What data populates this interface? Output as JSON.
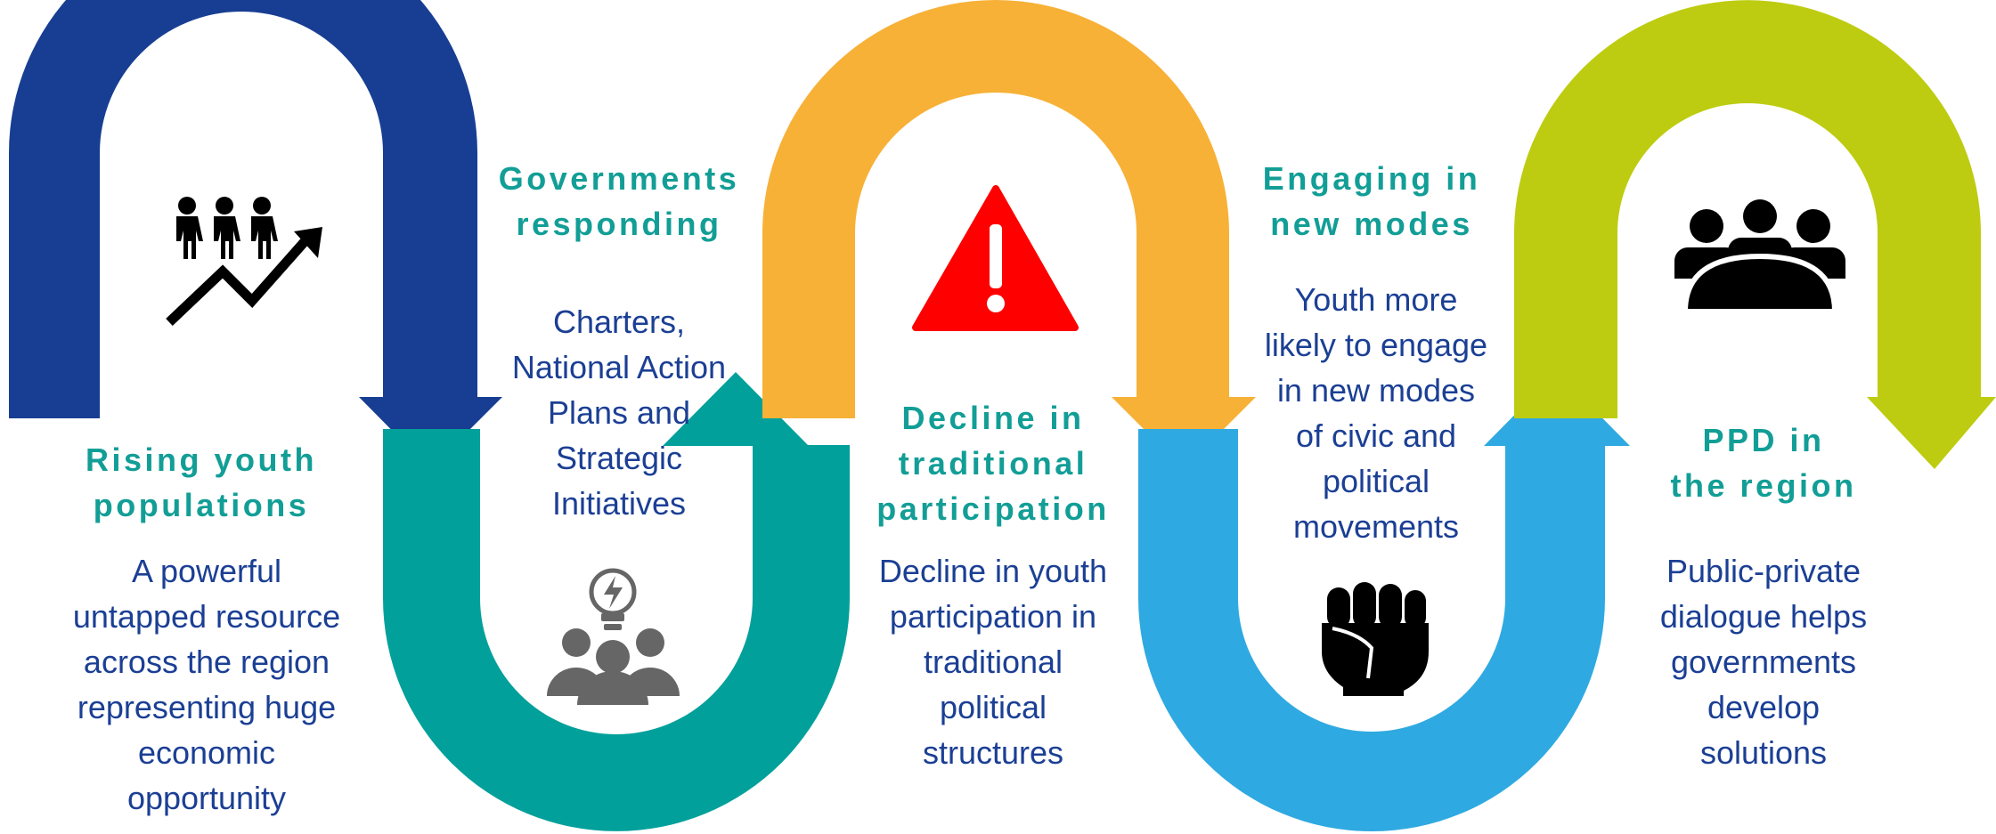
{
  "colors": {
    "navy": "#173e92",
    "teal": "#02a09b",
    "orange": "#f7b137",
    "sky": "#2fa9e1",
    "lime": "#bdcc10",
    "title_text": "#129e96",
    "body_text": "#1b3f94",
    "warning_red": "#ff0000",
    "icon_gray": "#666666"
  },
  "steps": [
    {
      "title_lines": [
        "Rising youth",
        "populations"
      ],
      "desc_lines": [
        "A powerful",
        "untapped resource",
        "across the region",
        "representing huge",
        "economic",
        "opportunity"
      ],
      "icon": "people-growth-icon"
    },
    {
      "title_lines": [
        "Governments",
        "responding"
      ],
      "desc_lines": [
        "Charters,",
        "National Action",
        "Plans and",
        "Strategic",
        "Initiatives"
      ],
      "icon": "team-idea-icon"
    },
    {
      "title_lines": [
        "Decline in",
        "traditional",
        "participation"
      ],
      "desc_lines": [
        "Decline in youth",
        "participation in",
        "traditional",
        "political",
        "structures"
      ],
      "icon": "warning-icon"
    },
    {
      "title_lines": [
        "Engaging in",
        "new modes"
      ],
      "desc_lines": [
        "Youth more",
        "likely to engage",
        "in new modes",
        "of civic and",
        "political",
        "movements"
      ],
      "icon": "raised-fist-icon"
    },
    {
      "title_lines": [
        "PPD in",
        "the region"
      ],
      "desc_lines": [
        "Public-private",
        "dialogue helps",
        "governments",
        "develop",
        "solutions"
      ],
      "icon": "meeting-table-icon"
    }
  ]
}
